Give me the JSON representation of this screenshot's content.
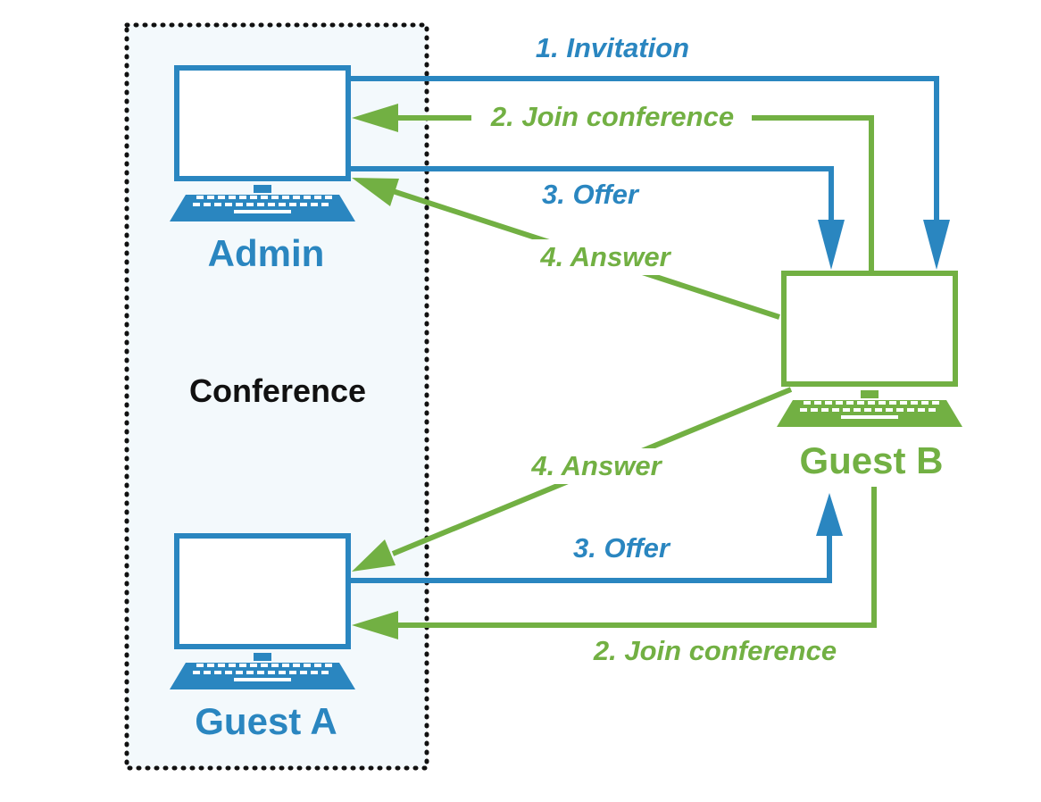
{
  "colors": {
    "blue": "#2a86c0",
    "green": "#72b043",
    "conference_fill": "#f3f9fc",
    "conference_border": "#111111",
    "conference_text": "#111111"
  },
  "conference": {
    "label": "Conference"
  },
  "nodes": {
    "admin": {
      "label": "Admin",
      "icon": "laptop-icon"
    },
    "guest_a": {
      "label": "Guest A",
      "icon": "laptop-icon"
    },
    "guest_b": {
      "label": "Guest B",
      "icon": "laptop-icon"
    }
  },
  "messages": {
    "invitation": "1. Invitation",
    "join_admin": "2. Join conference",
    "offer_admin": "3. Offer",
    "answer_admin": "4. Answer",
    "answer_guest_a": "4. Answer",
    "offer_guest_a": "3. Offer",
    "join_guest_a": "2. Join conference"
  }
}
